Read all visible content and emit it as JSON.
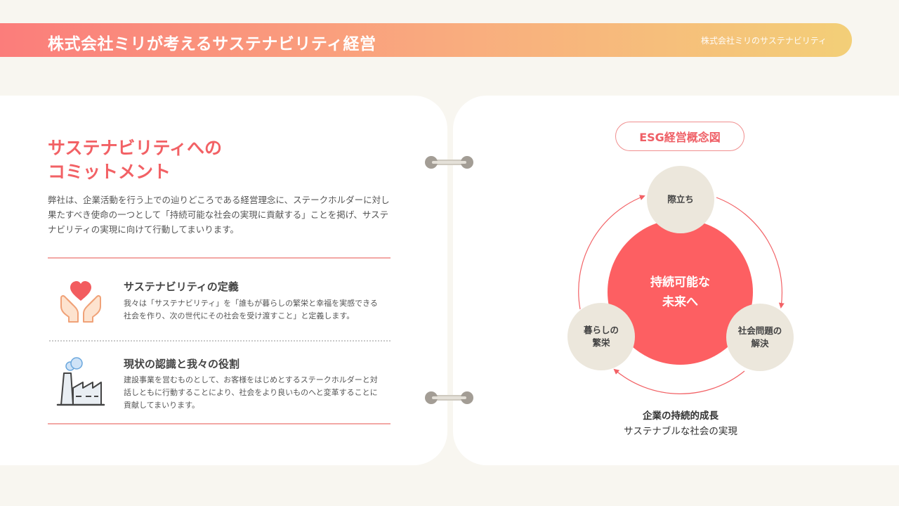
{
  "header": {
    "title": "株式会社ミリが考えるサステナビリティ経営",
    "subtitle": "株式会社ミリのサステナビリティ"
  },
  "left": {
    "heading_line1": "サステナビリティへの",
    "heading_line2": "コミットメント",
    "intro": "弊社は、企業活動を行う上での辿りどころである経営理念に、ステークホルダーに対し果たすべき使命の一つとして「持続可能な社会の実現に貢献する」ことを掲げ、サステナビリティの実現に向けて行動してまいります。",
    "items": [
      {
        "icon": "heart-hands-icon",
        "title": "サステナビリティの定義",
        "desc": "我々は「サステナビリティ」を「誰もが暮らしの繁栄と幸福を実感できる社会を作り、次の世代にその社会を受け渡すこと」と定義します。"
      },
      {
        "icon": "factory-icon",
        "title": "現状の認識と我々の役割",
        "desc": "建設事業を営むものとして、お客様をはじめとするステークホルダーと対話しともに行動することにより、社会をより良いものへと変革することに貢献してまいります。"
      }
    ]
  },
  "right": {
    "badge": "ESG経営概念図",
    "center_line1": "持続可能な",
    "center_line2": "未来へ",
    "nodes": {
      "top": "際立ち",
      "left_line1": "暮らしの",
      "left_line2": "繁栄",
      "right_line1": "社会問題の",
      "right_line2": "解決"
    },
    "caption_main": "企業の持続的成長",
    "caption_sub": "サステナブルな社会の実現"
  },
  "colors": {
    "accent": "#fd5f62",
    "banner_start": "#fb7d7b",
    "banner_end": "#f3cf78",
    "node_fill": "#ece7dc",
    "background": "#f8f6f0"
  }
}
